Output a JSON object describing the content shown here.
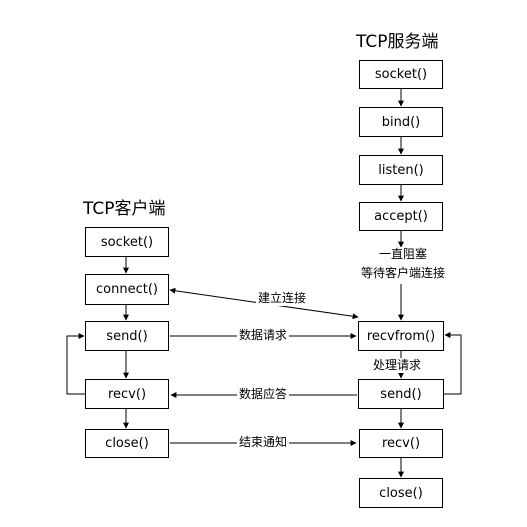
{
  "server": {
    "title": "TCP服务端",
    "steps": [
      "socket()",
      "bind()",
      "listen()",
      "accept()",
      "recvfrom()",
      "send()",
      "recv()",
      "close()"
    ],
    "block_note_line1": "一直阻塞",
    "block_note_line2": "等待客户端连接",
    "process_note": "处理请求"
  },
  "client": {
    "title": "TCP客户端",
    "steps": [
      "socket()",
      "connect()",
      "send()",
      "recv()",
      "close()"
    ]
  },
  "messages": {
    "connect": "建立连接",
    "request": "数据请求",
    "response": "数据应答",
    "close": "结束通知"
  }
}
